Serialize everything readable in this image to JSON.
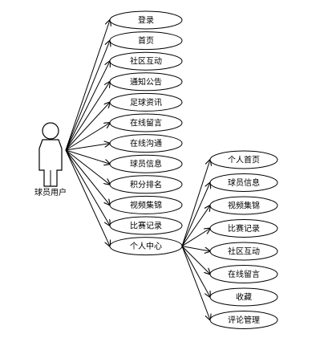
{
  "actor": {
    "label": "球员用户"
  },
  "left_nodes": [
    {
      "id": "login",
      "label": "登录"
    },
    {
      "id": "home",
      "label": "首页"
    },
    {
      "id": "community",
      "label": "社区互动"
    },
    {
      "id": "notice",
      "label": "通知公告"
    },
    {
      "id": "football-news",
      "label": "足球资讯"
    },
    {
      "id": "online-message",
      "label": "在线留言"
    },
    {
      "id": "online-chat",
      "label": "在线沟通"
    },
    {
      "id": "player-info",
      "label": "球员信息"
    },
    {
      "id": "points-ranking",
      "label": "积分排名"
    },
    {
      "id": "video-highlights",
      "label": "视频集锦"
    },
    {
      "id": "match-records",
      "label": "比赛记录"
    },
    {
      "id": "personal-center",
      "label": "个人中心"
    }
  ],
  "right_nodes": [
    {
      "id": "personal-home",
      "label": "个人首页"
    },
    {
      "id": "player-info-2",
      "label": "球员信息"
    },
    {
      "id": "video-highlights-2",
      "label": "视频集锦"
    },
    {
      "id": "match-records-2",
      "label": "比赛记录"
    },
    {
      "id": "community-2",
      "label": "社区互动"
    },
    {
      "id": "online-message-2",
      "label": "在线留言"
    },
    {
      "id": "favorites",
      "label": "收藏"
    },
    {
      "id": "comment-management",
      "label": "评论管理"
    }
  ]
}
